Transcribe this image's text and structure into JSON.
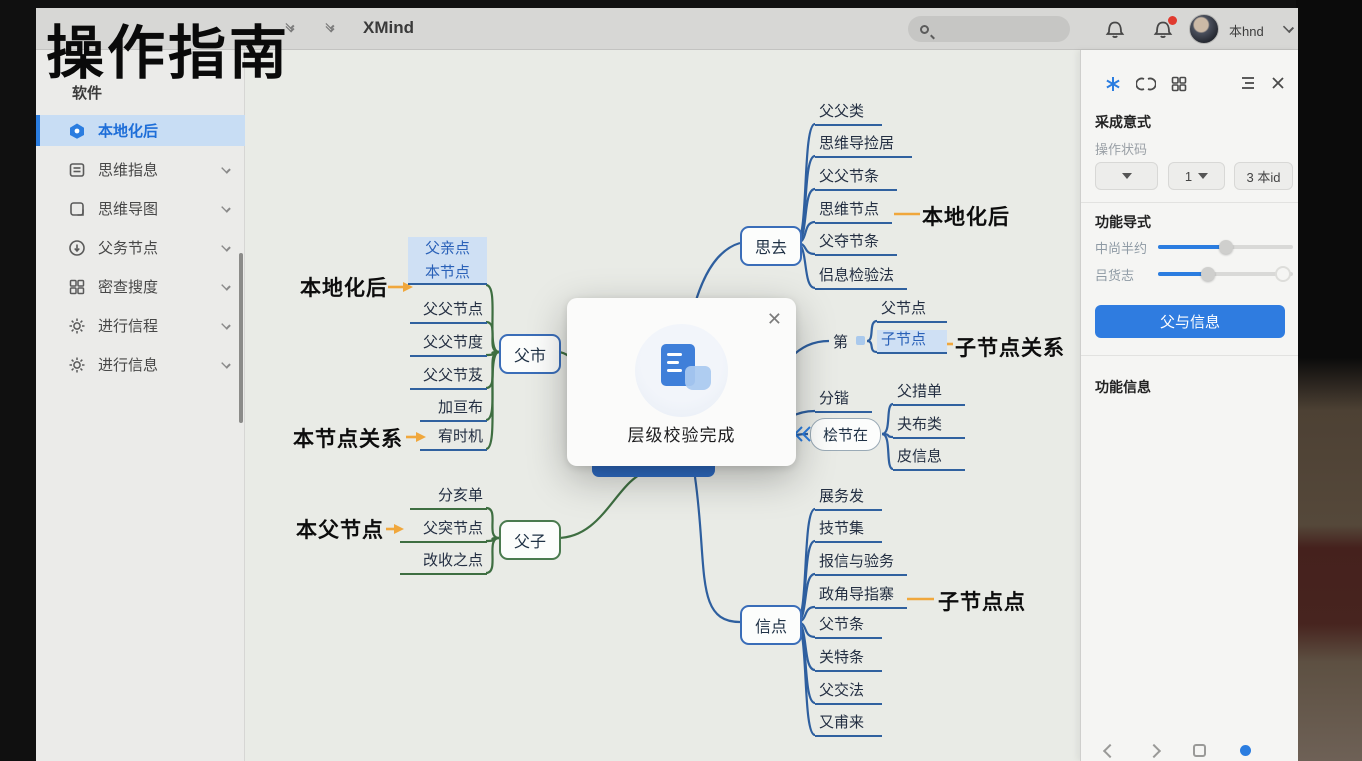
{
  "overlay": {
    "title": "操作指南"
  },
  "topbar": {
    "app_title": "XMind",
    "account_label": "本hnd"
  },
  "sidebar": {
    "header": "软件",
    "items": [
      {
        "label": "本地化后"
      },
      {
        "label": "思维指息"
      },
      {
        "label": "思维导图"
      },
      {
        "label": "父务节点"
      },
      {
        "label": "密查搜度"
      },
      {
        "label": "进行信程"
      },
      {
        "label": "进行信息"
      }
    ]
  },
  "panel": {
    "style_title": "采成意式",
    "style_sub": "操作状码",
    "dropdown2_value": "1",
    "button3_label": "3 本id",
    "section2_title": "功能导式",
    "slider1_label": "中尚半约",
    "slider2_label": "吕货志",
    "primary_button": "父与信息",
    "section3_title": "功能信息"
  },
  "dialog": {
    "message": "层级校验完成"
  },
  "mindmap": {
    "nodes": {
      "lt_parent": "父市",
      "lt1a": "父亲点",
      "lt1b": "本节点",
      "lt2": "父父节点",
      "lt3": "父父节度",
      "lt4": "父父节芨",
      "lt5": "加亘布",
      "lt6": "宥时机",
      "lb_parent": "父子",
      "lb1": "分亥单",
      "lb2": "父突节点",
      "lb3": "改收之点",
      "rt_parent": "思去",
      "rt1": "父父类",
      "rt2": "思维导捡居",
      "rt3": "父父节条",
      "rt4": "思维节点",
      "rt5": "父夺节条",
      "rt6": "侣息检验法",
      "rm_parent": "第",
      "rm1": "父节点",
      "rm2": "子节点",
      "rc0": "分锴",
      "rc_parent": "桧节在",
      "rc1": "父措单",
      "rc2": "夬布类",
      "rc3": "皮信息",
      "rb_parent": "信点",
      "rb1": "展务发",
      "rb2": "技节集",
      "rb3": "报信与验务",
      "rb4": "政角导指寨",
      "rb5": "父节条",
      "rb6": "关特条",
      "rb7": "父交法",
      "rb8": "又甫来"
    },
    "annotations": {
      "a1": "本地化后",
      "a2": "本节点关系",
      "a3": "本父节点",
      "a4": "本地化后",
      "a5": "子节点关系",
      "a6": "子节点点"
    }
  },
  "colors": {
    "accent_blue": "#2b7de0",
    "branch_blue": "#2e5f9f",
    "branch_green": "#3e6e41",
    "annotation_orange": "#f0a73c",
    "badge_red": "#e03a2f"
  }
}
